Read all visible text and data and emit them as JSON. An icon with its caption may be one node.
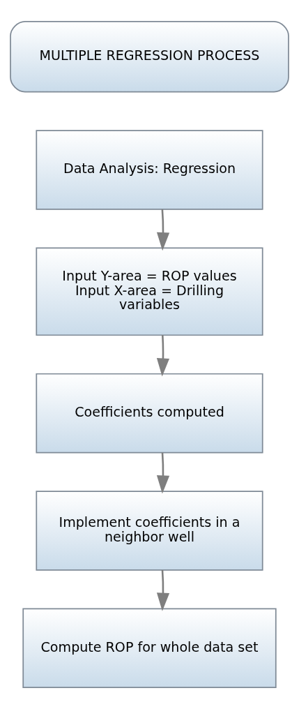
{
  "diagram": {
    "nodes": [
      {
        "text": [
          "MULTIPLE REGRESSION PROCESS"
        ]
      },
      {
        "text": [
          "Data Analysis: Regression"
        ]
      },
      {
        "text": [
          "Input Y-area = ROP values",
          "Input X-area = Drilling variables"
        ]
      },
      {
        "text": [
          "Coefficients computed"
        ]
      },
      {
        "text": [
          "Implement coefficients in a neighbor well"
        ]
      },
      {
        "text": [
          "Compute ROP for whole data set"
        ]
      }
    ],
    "edges": [
      {
        "from": 1,
        "to": 2,
        "arrow": "to"
      },
      {
        "from": 2,
        "to": 3,
        "arrow": "to"
      },
      {
        "from": 3,
        "to": 4,
        "arrow": "to"
      },
      {
        "from": 4,
        "to": 5,
        "arrow": "to"
      }
    ]
  }
}
